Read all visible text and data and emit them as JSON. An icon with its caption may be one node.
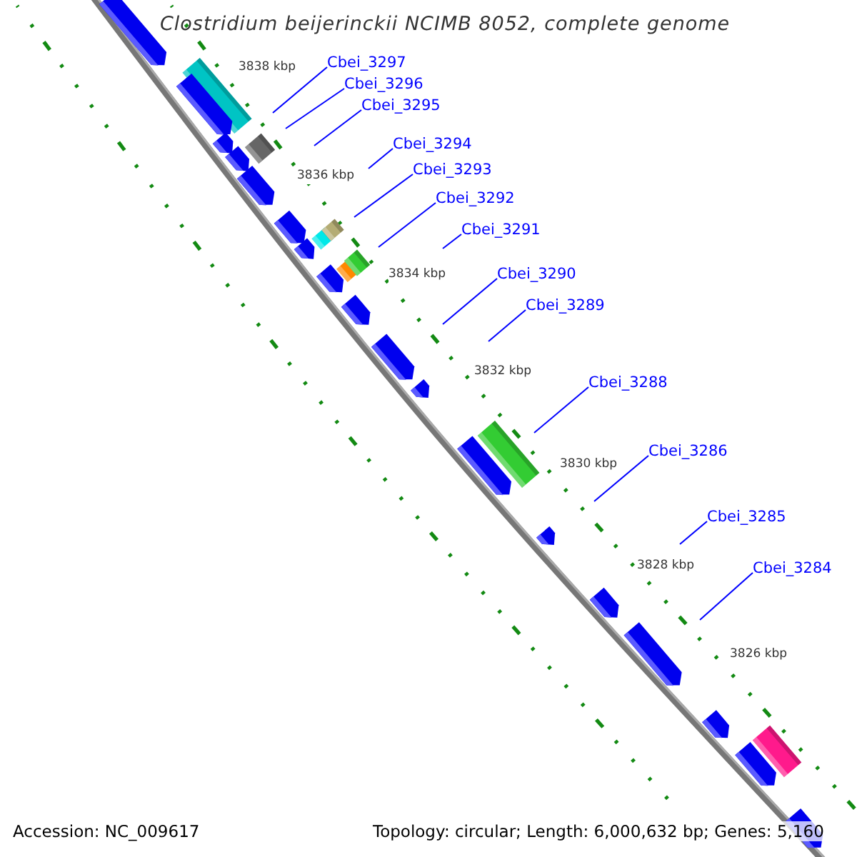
{
  "diagram": {
    "title": "Clostridium beijerinckii NCIMB 8052, complete genome",
    "nodes": [
      {
        "text": [
          "Cbei_3297"
        ]
      },
      {
        "text": [
          "Cbei_3296"
        ]
      },
      {
        "text": [
          "Cbei_3295"
        ]
      },
      {
        "text": [
          "Cbei_3294"
        ]
      },
      {
        "text": [
          "Cbei_3293"
        ]
      },
      {
        "text": [
          "Cbei_3292"
        ]
      },
      {
        "text": [
          "Cbei_3291"
        ]
      },
      {
        "text": [
          "Cbei_3290"
        ]
      },
      {
        "text": [
          "Cbei_3289"
        ]
      },
      {
        "text": [
          "Cbei_3288"
        ]
      },
      {
        "text": [
          "Cbei_3286"
        ]
      },
      {
        "text": [
          "Cbei_3285"
        ]
      },
      {
        "text": [
          "Cbei_3284"
        ]
      }
    ],
    "edges": [
      {
        "from": 0,
        "to": null,
        "arrow": "none"
      },
      {
        "from": 1,
        "to": null,
        "arrow": "none"
      },
      {
        "from": 2,
        "to": null,
        "arrow": "none"
      },
      {
        "from": 3,
        "to": null,
        "arrow": "none"
      },
      {
        "from": 4,
        "to": null,
        "arrow": "none"
      },
      {
        "from": 5,
        "to": null,
        "arrow": "none"
      },
      {
        "from": 6,
        "to": null,
        "arrow": "none"
      },
      {
        "from": 7,
        "to": null,
        "arrow": "none"
      },
      {
        "from": 8,
        "to": null,
        "arrow": "none"
      },
      {
        "from": 9,
        "to": null,
        "arrow": "none"
      },
      {
        "from": 10,
        "to": null,
        "arrow": "none"
      },
      {
        "from": 11,
        "to": null,
        "arrow": "none"
      },
      {
        "from": 12,
        "to": null,
        "arrow": "none"
      }
    ],
    "labels": [
      "3838 kbp",
      "3836 kbp",
      "3834 kbp",
      "3832 kbp",
      "3830 kbp",
      "3828 kbp",
      "3826 kbp",
      "Accession: NC_009617",
      "Topology: circular; Length: 6,000,632 bp; Genes: 5,160"
    ]
  }
}
